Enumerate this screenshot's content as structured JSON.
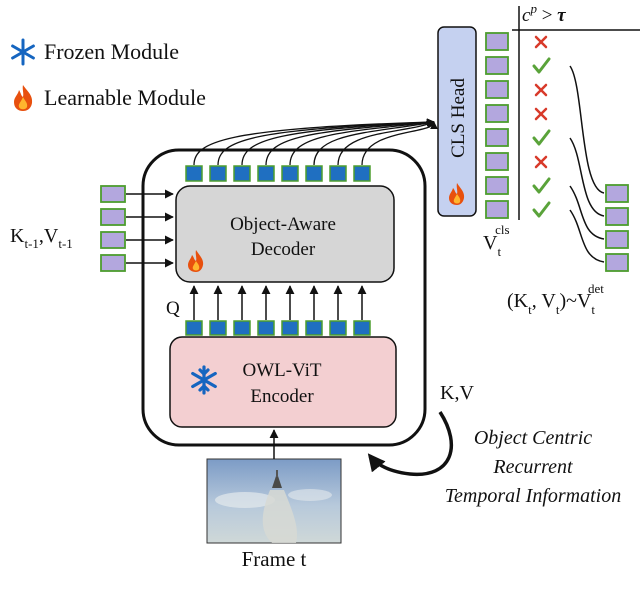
{
  "legend": {
    "frozen_label": "Frozen Module",
    "learnable_label": "Learnable Module",
    "frozen_icon": "snowflake-icon",
    "learnable_icon": "flame-icon",
    "frozen_color": "#1565c0",
    "learnable_color": "#e8500e"
  },
  "modules": {
    "decoder_line1": "Object-Aware",
    "decoder_line2": "Decoder",
    "encoder_line1": "OWL-ViT",
    "encoder_line2": "Encoder",
    "cls_head": "CLS Head"
  },
  "labels": {
    "kv_prev_K": "K",
    "kv_prev_K_sub": "t-1",
    "kv_prev_sep": ",",
    "kv_prev_V": "V",
    "kv_prev_V_sub": "t-1",
    "query": "Q",
    "kv": "K,V",
    "vcls_V": "V",
    "vcls_sub": "t",
    "vcls_sup": "cls",
    "condition_c": "c",
    "condition_sup": "p",
    "condition_rest": " > ",
    "condition_tau": "τ",
    "det_open": "(K",
    "det_sub1": "t",
    "det_mid": ", V",
    "det_sub2": "t",
    "det_close": ")~V",
    "det_sub3": "t",
    "det_sup": "det",
    "recurrent_line1": "Object Centric",
    "recurrent_line2": "Recurrent",
    "recurrent_line3": "Temporal Information",
    "frame": "Frame t"
  },
  "classification": {
    "results": [
      "reject",
      "accept",
      "reject",
      "reject",
      "accept",
      "reject",
      "accept",
      "accept"
    ],
    "accept_color": "#5aa33a",
    "reject_color": "#d83a2a"
  },
  "colors": {
    "token_blue": "#1f6fc1",
    "token_purple": "#b3a7de",
    "token_border": "#4d9d2e",
    "decoder_fill": "#d6d6d6",
    "encoder_fill": "#f3cfd1",
    "cls_fill": "#c5d1f0"
  }
}
